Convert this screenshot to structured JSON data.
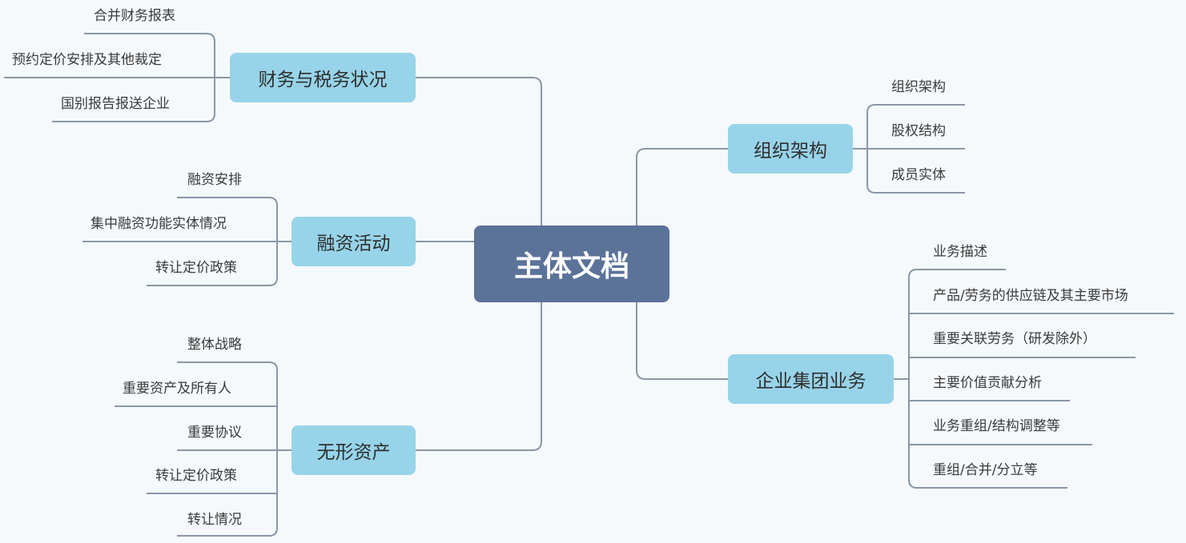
{
  "root": {
    "label": "主体文档"
  },
  "branches": {
    "finance": {
      "label": "财务与税务状况",
      "items": [
        "合并财务报表",
        "预约定价安排及其他裁定",
        "国别报告报送企业"
      ]
    },
    "financing": {
      "label": "融资活动",
      "items": [
        "融资安排",
        "集中融资功能实体情况",
        "转让定价政策"
      ]
    },
    "intangible": {
      "label": "无形资产",
      "items": [
        "整体战略",
        "重要资产及所有人",
        "重要协议",
        "转让定价政策",
        "转让情况"
      ]
    },
    "org": {
      "label": "组织架构",
      "items": [
        "组织架构",
        "股权结构",
        "成员实体"
      ]
    },
    "business": {
      "label": "企业集团业务",
      "items": [
        "业务描述",
        "产品/劳务的供应链及其主要市场",
        "重要关联劳务（研发除外）",
        "主要价值贡献分析",
        "业务重组/结构调整等",
        "重组/合并/分立等"
      ]
    }
  },
  "colors": {
    "background": "#f5f9fc",
    "root": "#5b7299",
    "node": "#97d4e9",
    "line": "#8a96a8"
  }
}
